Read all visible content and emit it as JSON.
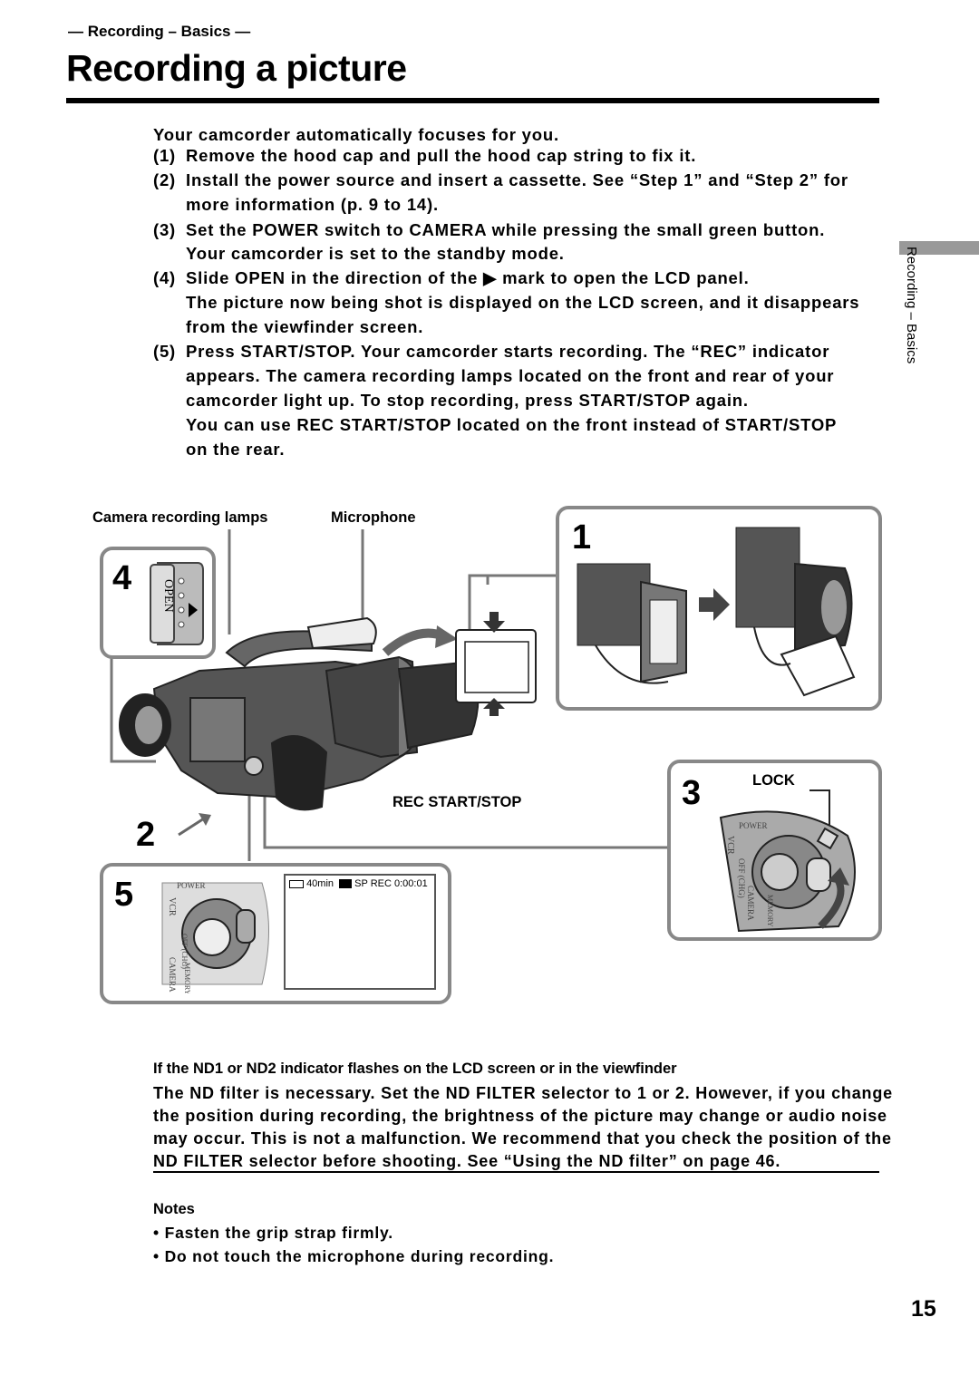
{
  "header": {
    "section": "— Recording – Basics —",
    "title": "Recording a picture"
  },
  "intro": "Your camcorder automatically focuses for you.",
  "steps": [
    {
      "num": "(1)",
      "lines": [
        "Remove the hood cap and pull the hood cap string to fix it."
      ]
    },
    {
      "num": "(2)",
      "lines": [
        "Install the power source and insert a cassette. See “Step 1” and “Step 2” for",
        "more information (p. 9 to 14)."
      ]
    },
    {
      "num": "(3)",
      "lines": [
        "Set the POWER switch to CAMERA while pressing the small green button.",
        "Your camcorder is set to the standby mode."
      ]
    },
    {
      "num": "(4)",
      "lines": [
        "Slide OPEN in the direction of the ▶ mark to open the LCD panel.",
        "The picture now being shot is displayed on the LCD screen, and it disappears",
        "from the viewfinder screen."
      ]
    },
    {
      "num": "(5)",
      "lines": [
        "Press START/STOP. Your camcorder starts recording. The “REC” indicator",
        "appears. The camera recording lamps located on the front and rear of your",
        "camcorder light up. To stop recording, press START/STOP again.",
        "You can use REC START/STOP located on the front instead of START/STOP",
        "on the rear."
      ]
    }
  ],
  "side_tab": "Recording – Basics",
  "illustration": {
    "label_lamps": "Camera recording lamps",
    "label_mic": "Microphone",
    "label_rec": "REC START/STOP",
    "label_lock": "LOCK",
    "label_open": "OPEN",
    "dial_power": "POWER",
    "dial_vcr": "VCR",
    "dial_off": "OFF (CHG)",
    "dial_camera": "CAMERA",
    "dial_memory": "MEMORY",
    "step_numbers": [
      "1",
      "2",
      "3",
      "4",
      "5"
    ],
    "lcd_battery": "40min",
    "lcd_tape": "SP",
    "lcd_rec": "REC",
    "lcd_time": "0:00:01"
  },
  "nd": {
    "heading": "If the ND1 or ND2 indicator flashes on the LCD screen or in the viewfinder",
    "lines": [
      "The ND filter is necessary. Set the ND FILTER selector to 1 or 2. However, if you change",
      "the position during recording, the brightness of the picture may change or audio noise",
      "may occur. This is not a malfunction. We recommend that you check the position of the",
      "ND FILTER selector before shooting. See “Using the ND filter” on page 46."
    ]
  },
  "notes": {
    "heading": "Notes",
    "items": [
      "• Fasten the grip strap firmly.",
      "• Do not touch the microphone during recording."
    ]
  },
  "page_number": "15"
}
